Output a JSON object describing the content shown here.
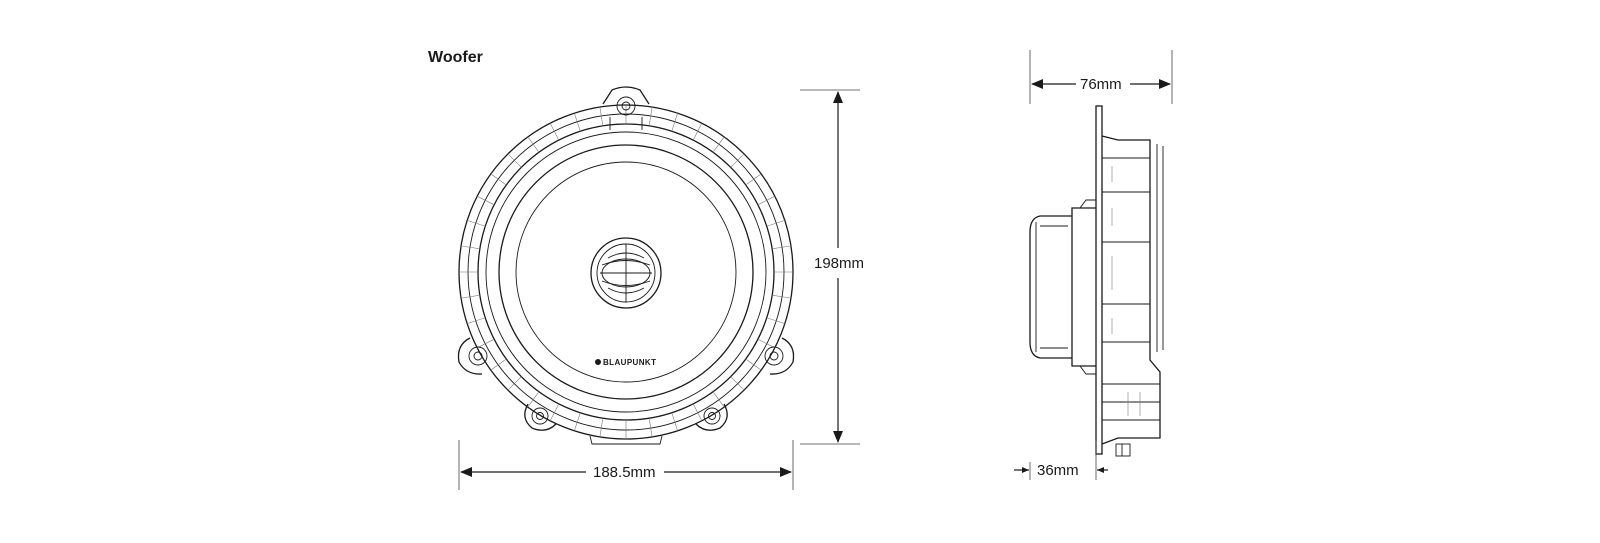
{
  "title": "Woofer",
  "brand": "BLAUPUNKT",
  "dimensions": {
    "height": "198mm",
    "width": "188.5mm",
    "depth": "76mm",
    "mount_depth": "36mm"
  },
  "colors": {
    "line": "#1a1a1a",
    "background": "#ffffff"
  }
}
